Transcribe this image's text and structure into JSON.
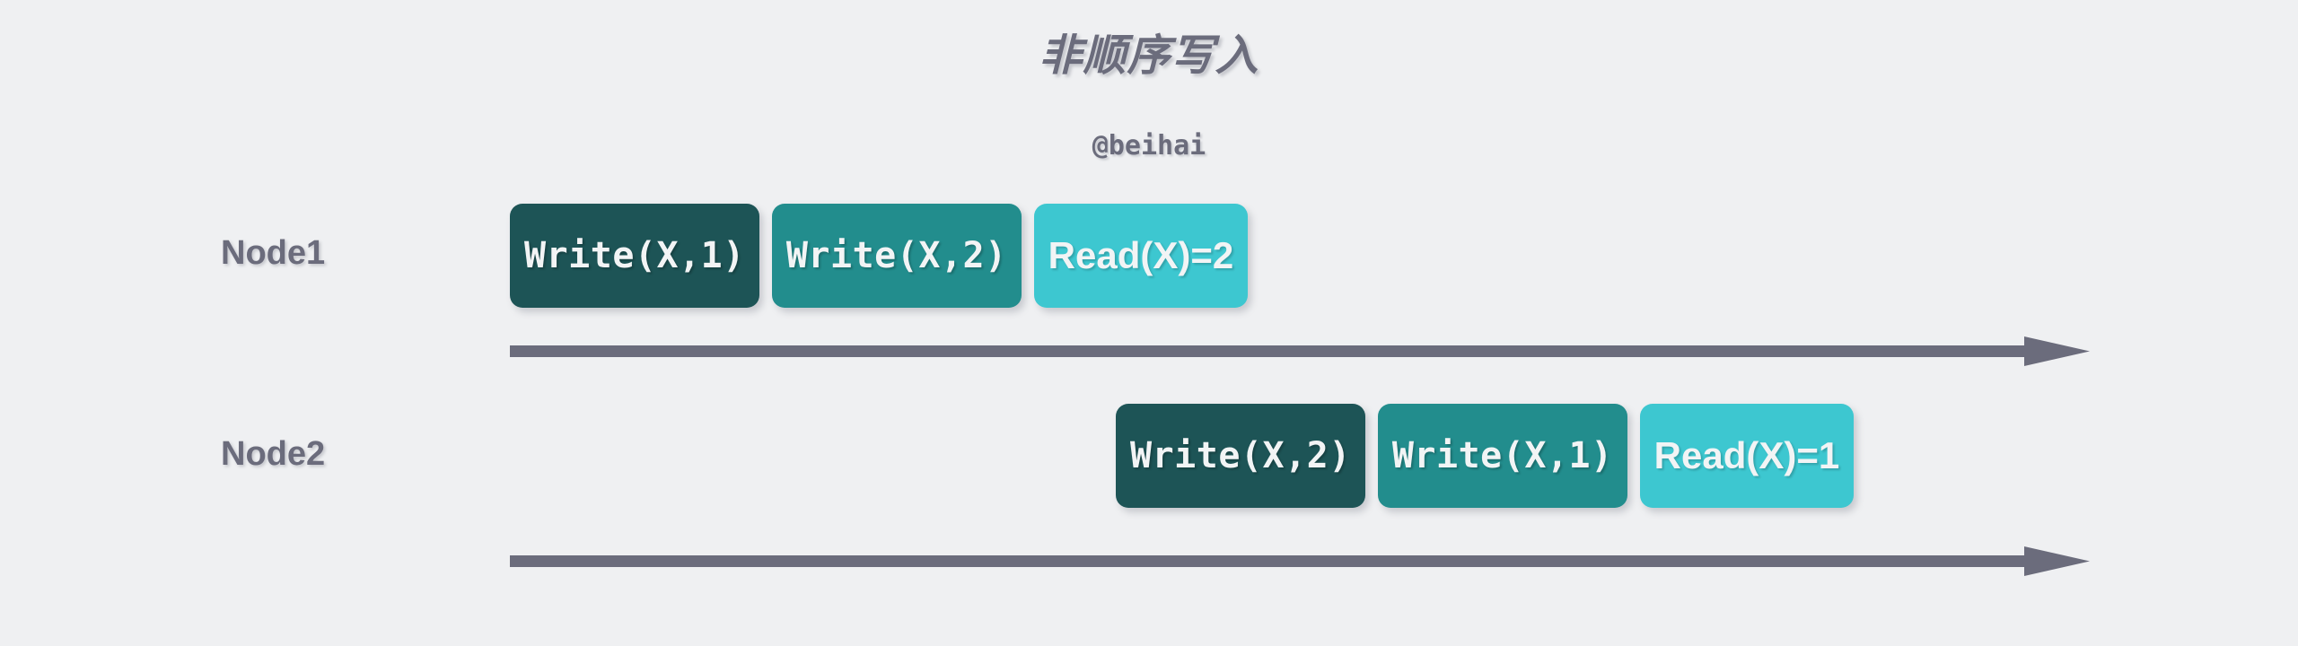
{
  "header": {
    "title": "非顺序写入",
    "subtitle": "@beihai"
  },
  "colors": {
    "background": "#eff0f2",
    "text_gray": "#6b6c7c",
    "box_dark": "#1d5456",
    "box_mid": "#228d8d",
    "box_light": "#3dc7d0",
    "box_text": "#f2f4f5",
    "arrow": "#6b6c7c"
  },
  "nodes": [
    {
      "label": "Node1",
      "operations": [
        {
          "text": "Write(X,1)",
          "shade": "dark",
          "font": "mono"
        },
        {
          "text": "Write(X,2)",
          "shade": "mid",
          "font": "mono"
        },
        {
          "text": "Read(X)=2",
          "shade": "light",
          "font": "sans"
        }
      ],
      "timeline_label": ""
    },
    {
      "label": "Node2",
      "operations": [
        {
          "text": "Write(X,2)",
          "shade": "dark",
          "font": "mono"
        },
        {
          "text": "Write(X,1)",
          "shade": "mid",
          "font": "mono"
        },
        {
          "text": "Read(X)=1",
          "shade": "light",
          "font": "sans"
        }
      ],
      "timeline_label": ""
    }
  ]
}
